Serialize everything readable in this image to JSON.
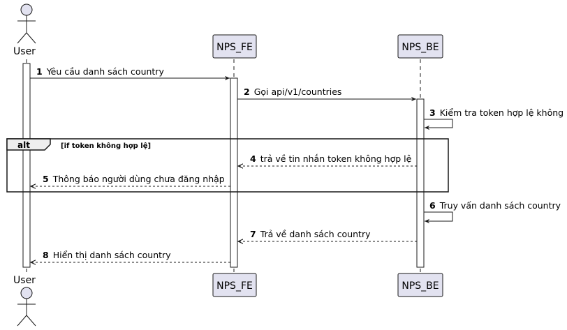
{
  "colors": {
    "participant_fill": "#E2E2F0",
    "participant_stroke": "#181818",
    "actor_fill": "#E2E2F0",
    "line": "#181818",
    "background": "#ffffff",
    "frame_tab_fill": "#EEEEEE"
  },
  "participants": [
    {
      "id": "user",
      "label": "User",
      "kind": "actor"
    },
    {
      "id": "fe",
      "label": "NPS_FE",
      "kind": "participant"
    },
    {
      "id": "be",
      "label": "NPS_BE",
      "kind": "participant"
    }
  ],
  "messages": [
    {
      "num": "1",
      "text": "Yêu cầu danh sách country",
      "from": "user",
      "to": "fe",
      "style": "solid"
    },
    {
      "num": "2",
      "text": "Gọi api/v1/countries",
      "from": "fe",
      "to": "be",
      "style": "solid"
    },
    {
      "num": "3",
      "text": "Kiểm tra token hợp lệ không",
      "from": "be",
      "to": "be",
      "style": "self"
    },
    {
      "num": "4",
      "text": "trả về tin nhắn token không hợp lệ",
      "from": "be",
      "to": "fe",
      "style": "dashed"
    },
    {
      "num": "5",
      "text": "Thông báo người dùng chưa đăng nhập",
      "from": "fe",
      "to": "user",
      "style": "dashed"
    },
    {
      "num": "6",
      "text": "Truy vấn danh sách country",
      "from": "be",
      "to": "be",
      "style": "self"
    },
    {
      "num": "7",
      "text": "Trả về danh sách country",
      "from": "be",
      "to": "fe",
      "style": "dashed"
    },
    {
      "num": "8",
      "text": "Hiển thị danh sách country",
      "from": "fe",
      "to": "user",
      "style": "dashed"
    }
  ],
  "frame": {
    "keyword": "alt",
    "condition": "[if token không hợp lệ]"
  }
}
